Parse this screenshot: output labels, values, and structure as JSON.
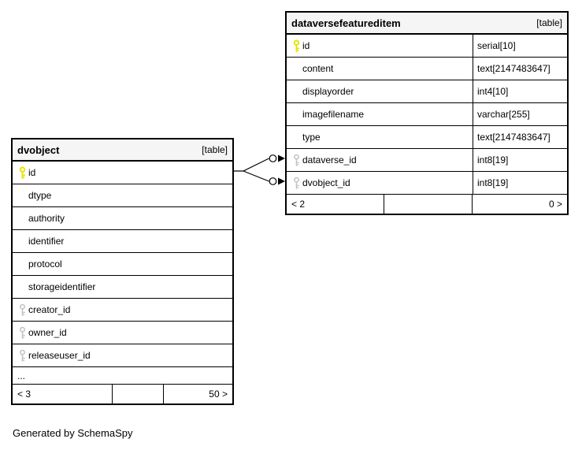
{
  "generated_by": "Generated by SchemaSpy",
  "colors": {
    "header_bg": "#f5f5f5",
    "border": "#000000",
    "pk_key": "#e8e400",
    "fk_key": "#c4c4c4"
  },
  "tables": {
    "dataversefeatureditem": {
      "name": "dataversefeatureditem",
      "tag": "[table]",
      "columns": [
        {
          "name": "id",
          "type": "serial[10]",
          "key": "primary"
        },
        {
          "name": "content",
          "type": "text[2147483647]",
          "key": ""
        },
        {
          "name": "displayorder",
          "type": "int4[10]",
          "key": ""
        },
        {
          "name": "imagefilename",
          "type": "varchar[255]",
          "key": ""
        },
        {
          "name": "type",
          "type": "text[2147483647]",
          "key": ""
        },
        {
          "name": "dataverse_id",
          "type": "int8[19]",
          "key": "foreign"
        },
        {
          "name": "dvobject_id",
          "type": "int8[19]",
          "key": "foreign"
        }
      ],
      "footer": {
        "left": "< 2",
        "middle": "",
        "right": "0 >"
      }
    },
    "dvobject": {
      "name": "dvobject",
      "tag": "[table]",
      "columns": [
        {
          "name": "id",
          "key": "primary"
        },
        {
          "name": "dtype",
          "key": ""
        },
        {
          "name": "authority",
          "key": ""
        },
        {
          "name": "identifier",
          "key": ""
        },
        {
          "name": "protocol",
          "key": ""
        },
        {
          "name": "storageidentifier",
          "key": ""
        },
        {
          "name": "creator_id",
          "key": "foreign"
        },
        {
          "name": "owner_id",
          "key": "foreign"
        },
        {
          "name": "releaseuser_id",
          "key": "foreign"
        }
      ],
      "ellipsis": "...",
      "footer": {
        "left": "< 3",
        "middle": "",
        "right": "50 >"
      }
    }
  },
  "relationships": [
    {
      "from": "dvobject.id",
      "to": "dataversefeatureditem.dataverse_id"
    },
    {
      "from": "dvobject.id",
      "to": "dataversefeatureditem.dvobject_id"
    }
  ]
}
